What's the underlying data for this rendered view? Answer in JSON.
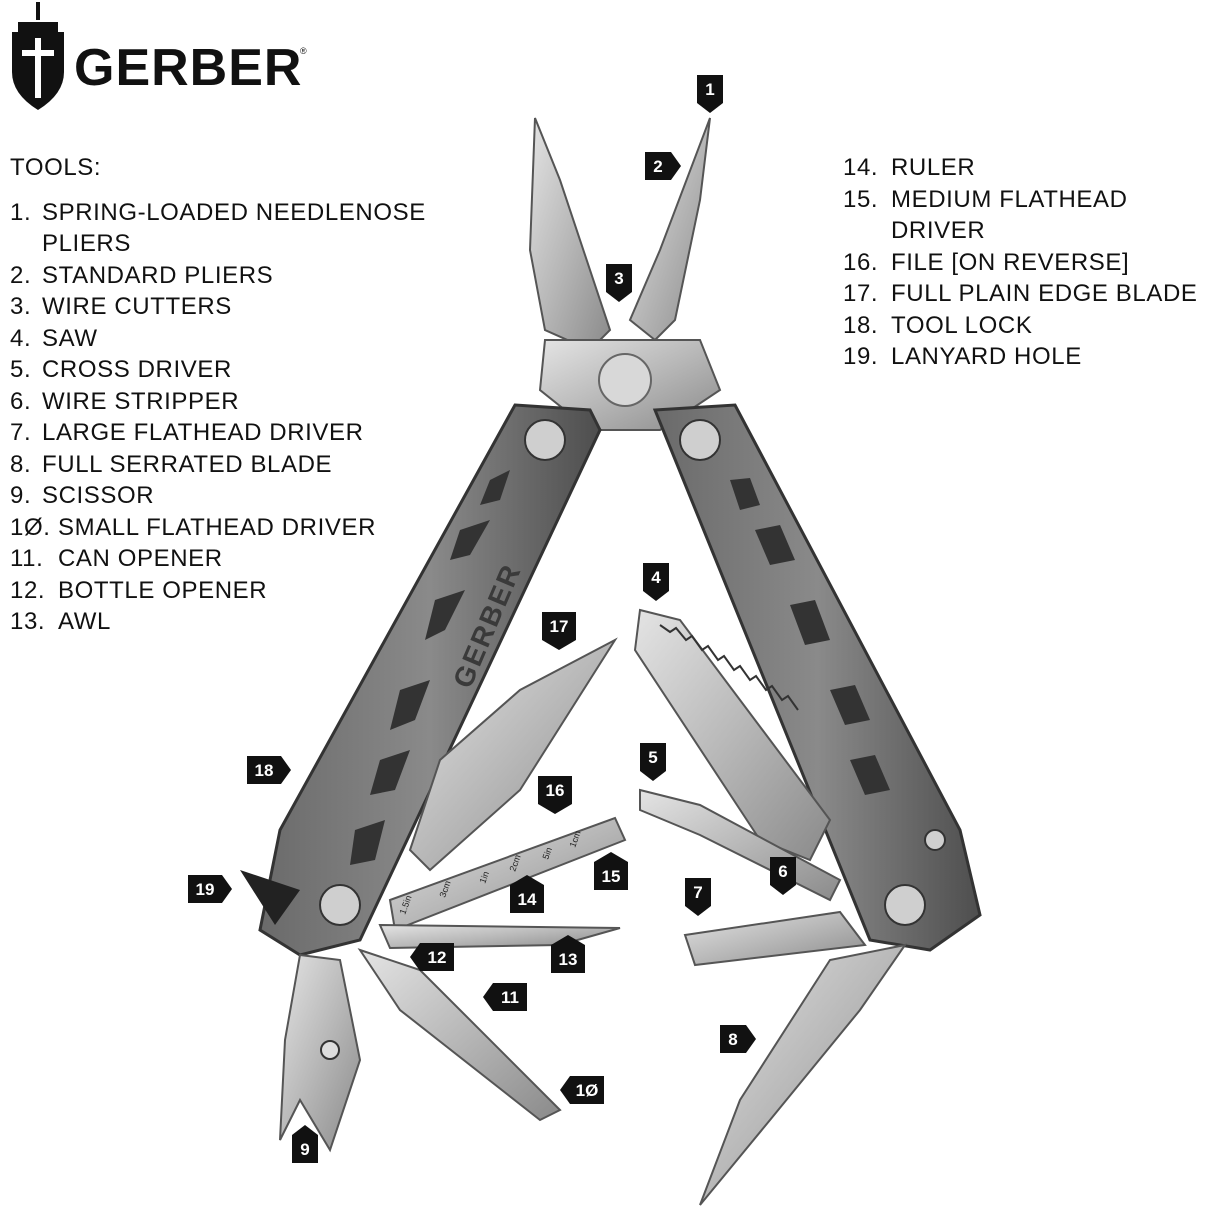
{
  "brand": {
    "name": "GERBER",
    "registered_mark": "®"
  },
  "legend": {
    "heading": "TOOLS:",
    "left_items": [
      {
        "num": "1.",
        "lines": [
          "SPRING-LOADED NEEDLENOSE",
          "PLIERS"
        ]
      },
      {
        "num": "2.",
        "lines": [
          "STANDARD PLIERS"
        ]
      },
      {
        "num": "3.",
        "lines": [
          "WIRE CUTTERS"
        ]
      },
      {
        "num": "4.",
        "lines": [
          "SAW"
        ]
      },
      {
        "num": "5.",
        "lines": [
          "CROSS DRIVER"
        ]
      },
      {
        "num": "6.",
        "lines": [
          "WIRE STRIPPER"
        ]
      },
      {
        "num": "7.",
        "lines": [
          "LARGE FLATHEAD DRIVER"
        ]
      },
      {
        "num": "8.",
        "lines": [
          "FULL SERRATED BLADE"
        ]
      },
      {
        "num": "9.",
        "lines": [
          "SCISSOR"
        ]
      },
      {
        "num": "1Ø.",
        "lines": [
          "SMALL FLATHEAD DRIVER"
        ]
      },
      {
        "num": "11.",
        "lines": [
          "CAN OPENER"
        ]
      },
      {
        "num": "12.",
        "lines": [
          "BOTTLE OPENER"
        ]
      },
      {
        "num": "13.",
        "lines": [
          "AWL"
        ]
      }
    ],
    "right_items": [
      {
        "num": "14.",
        "lines": [
          "RULER"
        ]
      },
      {
        "num": "15.",
        "lines": [
          "MEDIUM FLATHEAD",
          "DRIVER"
        ]
      },
      {
        "num": "16.",
        "lines": [
          "FILE [ON REVERSE]"
        ]
      },
      {
        "num": "17.",
        "lines": [
          "FULL PLAIN EDGE BLADE"
        ]
      },
      {
        "num": "18.",
        "lines": [
          "TOOL LOCK"
        ]
      },
      {
        "num": "19.",
        "lines": [
          "LANYARD HOLE"
        ]
      }
    ]
  },
  "callouts": [
    "1",
    "2",
    "3",
    "4",
    "5",
    "6",
    "7",
    "8",
    "9",
    "1Ø",
    "11",
    "12",
    "13",
    "14",
    "15",
    "16",
    "17",
    "18",
    "19"
  ],
  "handle_engraving": "GERBER",
  "ruler_marks": [
    "1.5in",
    "3cm",
    "1in",
    "2cm",
    "5in",
    "1cm"
  ],
  "colors": {
    "text": "#111111",
    "callout_bg": "#111111",
    "handle_dark": "#5a5a5a",
    "steel": "#c4c4c4"
  }
}
